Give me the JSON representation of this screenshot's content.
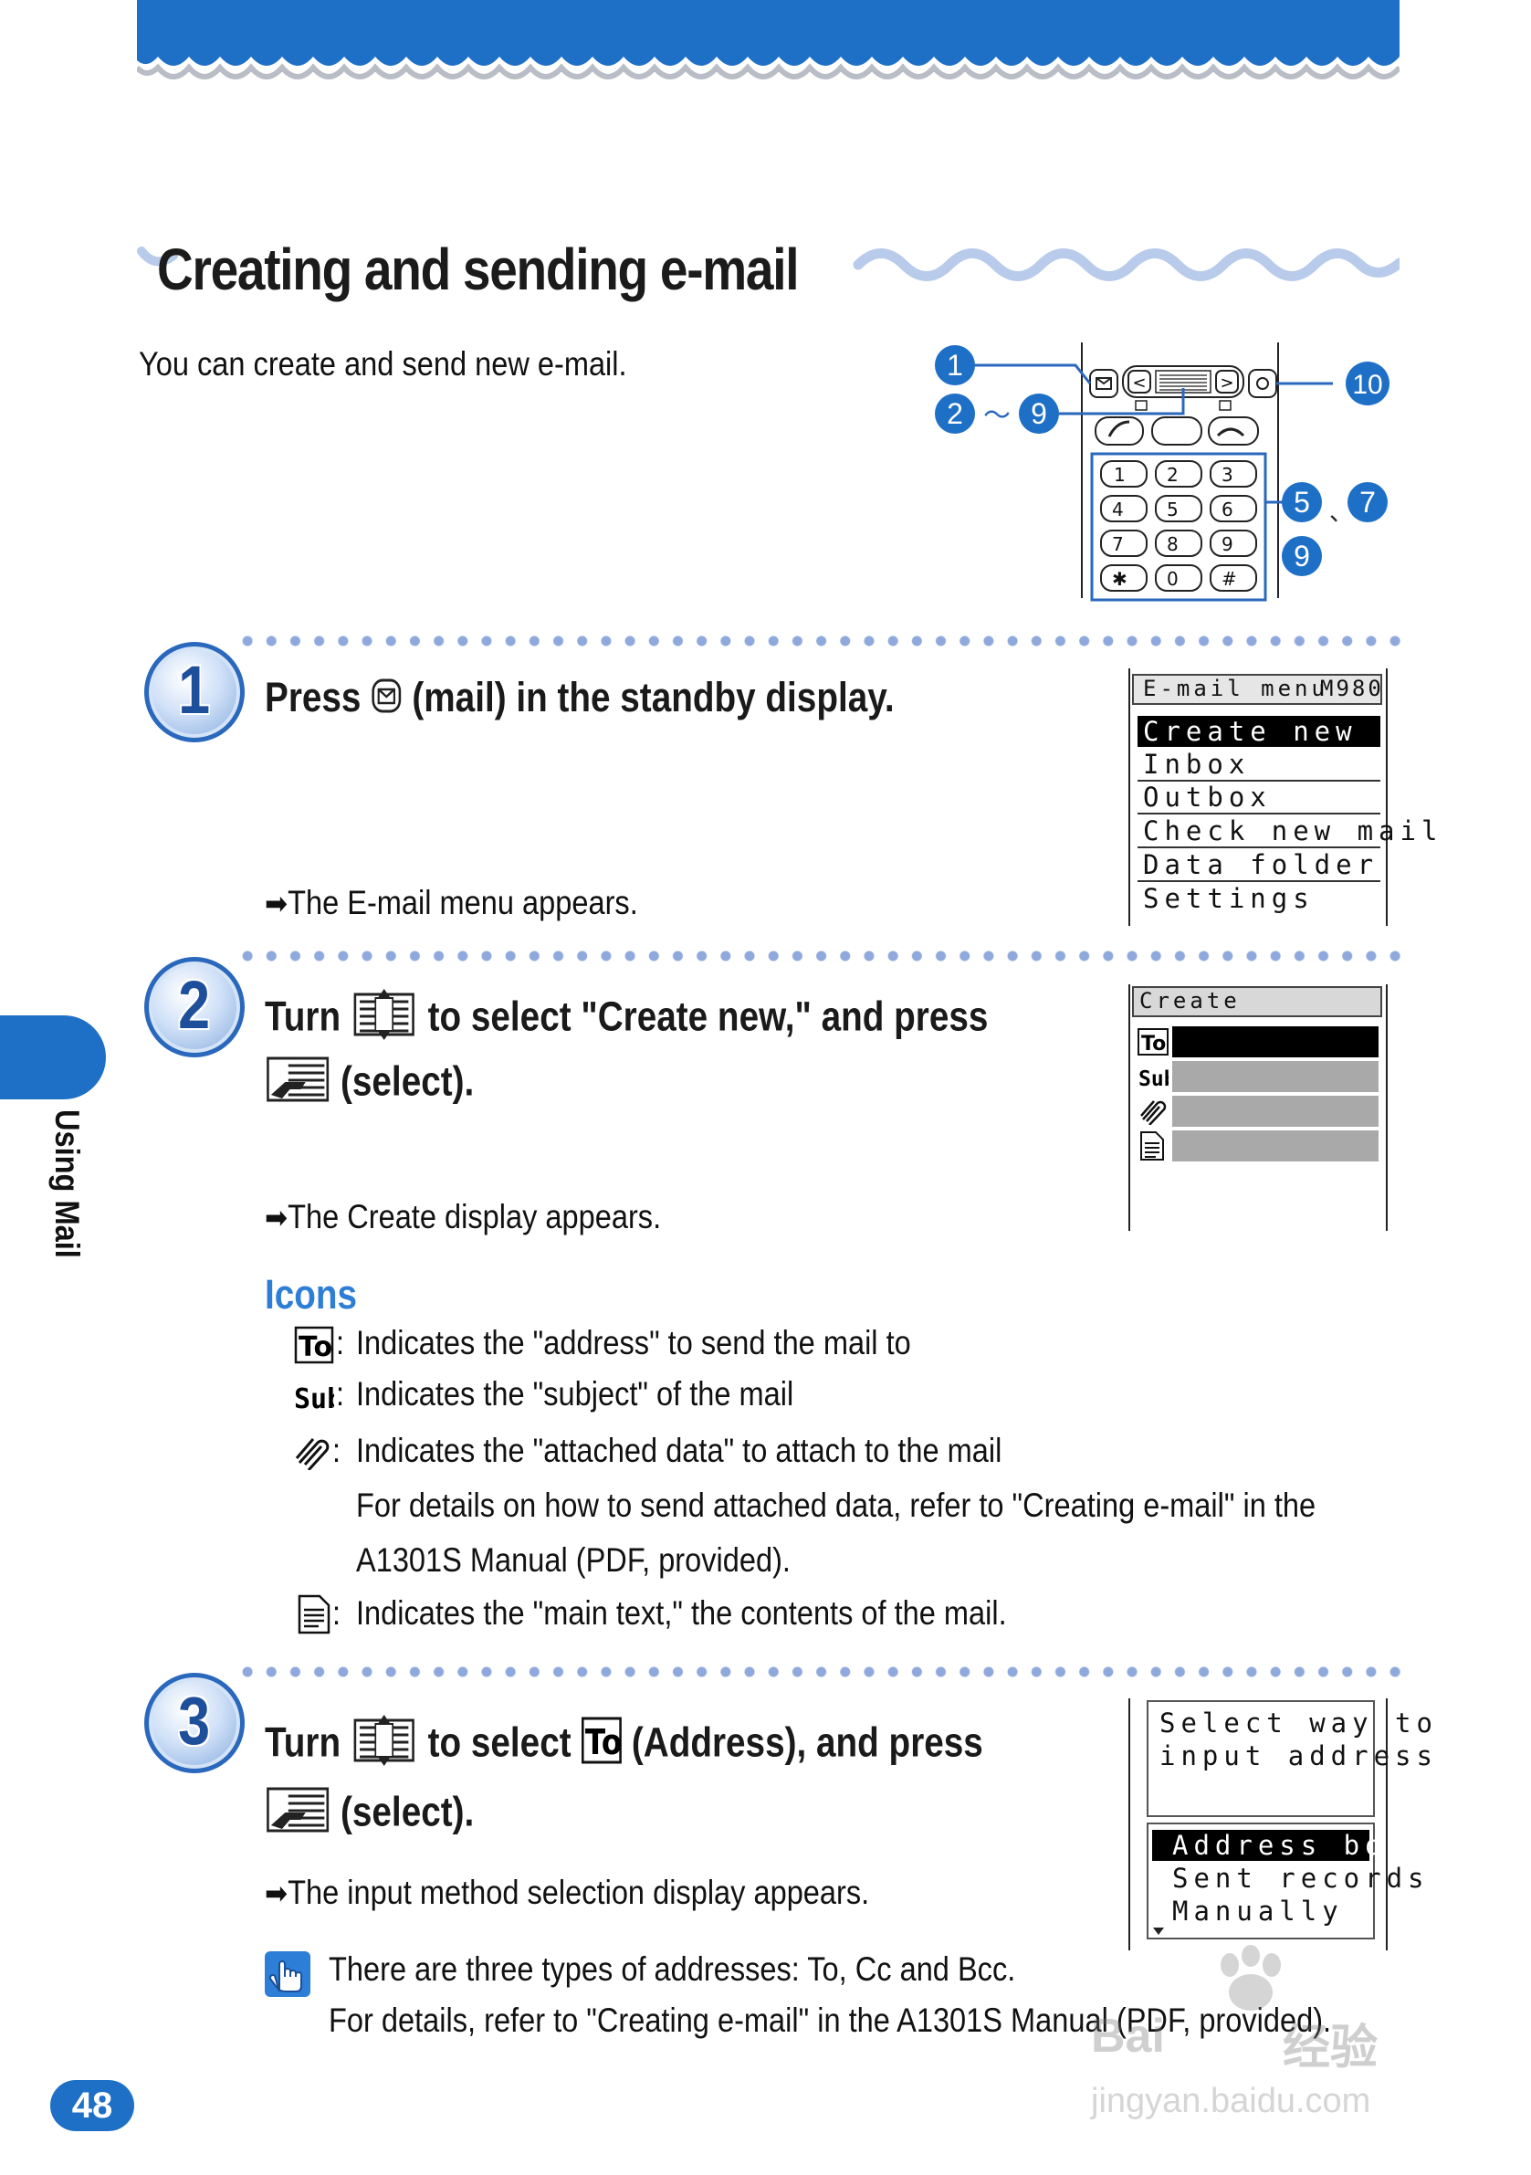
{
  "page": {
    "title": "Creating and sending e-mail",
    "intro": "You can create and send new e-mail.",
    "side_label": "Using Mail",
    "page_number": "48"
  },
  "keypad_callouts": {
    "c1": "1",
    "c2": "2",
    "tilde": "〜",
    "c9a": "9",
    "c10": "10",
    "c5": "5",
    "sep": "、",
    "c7": "7",
    "c9b": "9"
  },
  "steps": [
    {
      "number": "1",
      "text_before": "Press",
      "text_after": "(mail) in the standby display.",
      "result_arrow": "➡",
      "result": "The E-mail menu appears."
    },
    {
      "number": "2",
      "text_turn": "Turn",
      "text_mid": "to select \"Create new,\" and press",
      "text_select": "(select).",
      "result_arrow": "➡",
      "result": "The Create display appears."
    },
    {
      "number": "3",
      "text_turn": "Turn",
      "text_mid": "to select",
      "text_after": "(Address), and press",
      "text_select": "(select).",
      "result_arrow": "➡",
      "result": "The input method selection display appears."
    }
  ],
  "screens": {
    "email_menu": {
      "header": "E-mail menu",
      "header_right": "M980",
      "items": [
        "Create new",
        "Inbox",
        "Outbox",
        "Check new mail",
        "Data folder",
        "Settings"
      ]
    },
    "create": {
      "header": "Create"
    },
    "select_input": {
      "prompt_line1": "Select way to",
      "prompt_line2": "input address",
      "items": [
        "Address book",
        "Sent records",
        "Manually"
      ]
    }
  },
  "icons_section": {
    "heading": "Icons",
    "items": [
      {
        "icon": "to-address-icon",
        "sep": ":",
        "text": "Indicates the \"address\" to send the mail to"
      },
      {
        "icon": "subject-icon",
        "sep": ":",
        "text": "Indicates the \"subject\" of the mail"
      },
      {
        "icon": "paperclip-icon",
        "sep": ":",
        "text": "Indicates the \"attached data\" to attach to the mail"
      },
      {
        "icon": "document-icon",
        "sep": ":",
        "text": "Indicates the \"main text,\" the contents of the mail."
      }
    ],
    "attach_note_line1": "For details on how to send attached data, refer to \"Creating e-mail\" in the",
    "attach_note_line2": "A1301S Manual (PDF, provided)."
  },
  "note": {
    "line1": "There are three types of addresses: To, Cc and Bcc.",
    "line2": "For details, refer to \"Creating e-mail\" in the A1301S Manual (PDF, provided)."
  },
  "watermark": {
    "brand": "Bai",
    "brand2": "经验",
    "url": "jingyan.baidu.com"
  },
  "colors": {
    "accent_blue": "#1e6fc6",
    "heading_blue": "#2c7ed6",
    "dot_blue": "#8fa9dd"
  }
}
